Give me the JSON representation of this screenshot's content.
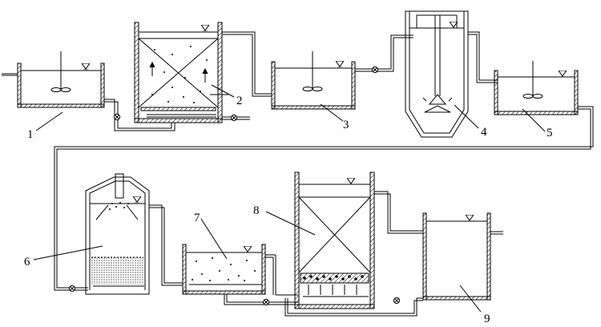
{
  "diagram": {
    "labels": [
      {
        "id": "unit-1-label",
        "text": "1"
      },
      {
        "id": "unit-2-label",
        "text": "2"
      },
      {
        "id": "unit-3-label",
        "text": "3"
      },
      {
        "id": "unit-4-label",
        "text": "4"
      },
      {
        "id": "unit-5-label",
        "text": "5"
      },
      {
        "id": "unit-6-label",
        "text": "6"
      },
      {
        "id": "unit-7-label",
        "text": "7"
      },
      {
        "id": "unit-8-label",
        "text": "8"
      },
      {
        "id": "unit-9-label",
        "text": "9"
      }
    ],
    "colors": {
      "line": "#000000",
      "background": "#ffffff"
    }
  }
}
